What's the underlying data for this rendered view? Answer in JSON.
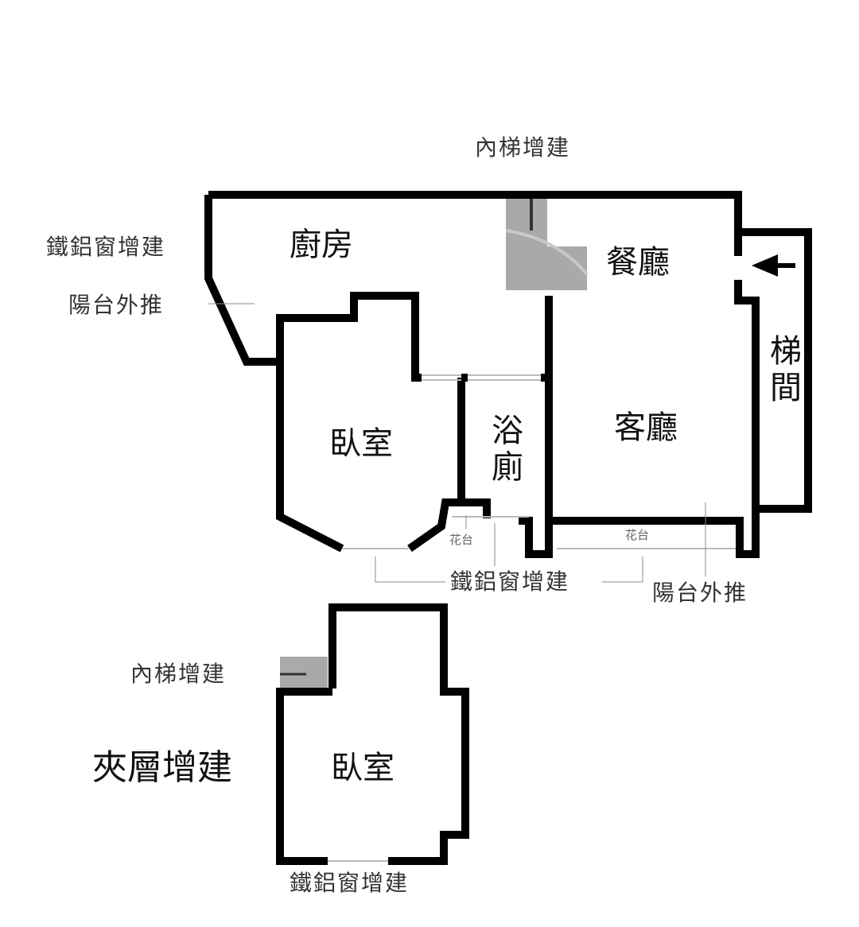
{
  "rooms": {
    "kitchen": "廚房",
    "dining": "餐廳",
    "living": "客廳",
    "bedroom": "臥室",
    "bathroom": "浴廁",
    "stairwell": "梯間",
    "mezz_bedroom": "臥室"
  },
  "notes": {
    "inner_stair_top": "內梯增建",
    "window_left": "鐵鋁窗增建",
    "balcony_left": "陽台外推",
    "planter_left": "花台",
    "planter_right": "花台",
    "window_bottom": "鐵鋁窗增建",
    "balcony_bottom": "陽台外推",
    "inner_stair_mezz": "內梯增建",
    "mezzanine_title": "夾層增建",
    "window_mezz": "鐵鋁窗增建"
  },
  "colors": {
    "wall": "#000000",
    "stair_fill": "#a9a9a9"
  }
}
